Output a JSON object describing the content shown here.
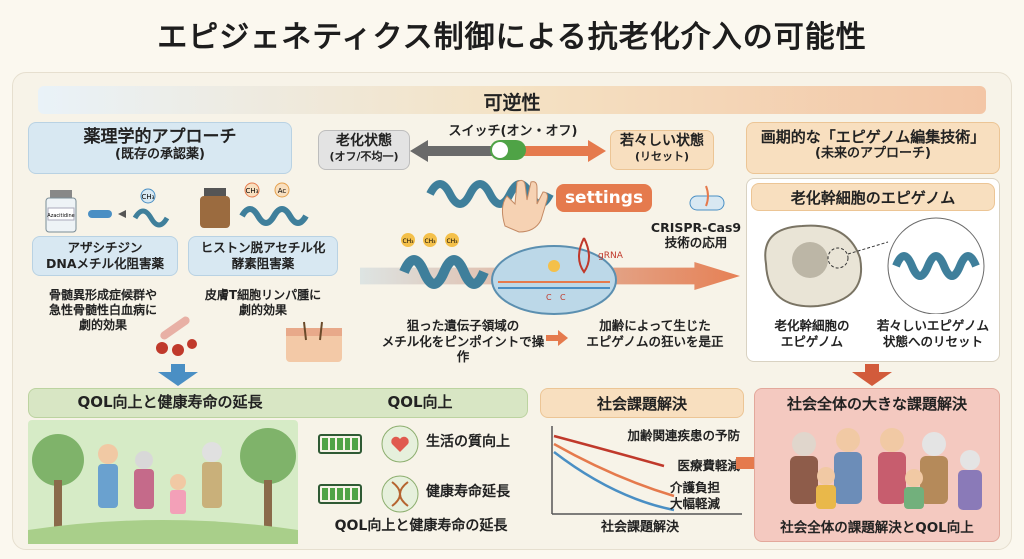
{
  "title": "エピジェネティクス制御による抗老化介入の可能性",
  "reversibility": "可逆性",
  "pharma": {
    "header": "薬理学的アプローチ",
    "subheader": "(既存の承認薬)",
    "drug1": "アザシチジン",
    "drug1_class": "DNAメチル化阻害薬",
    "drug1_label": "Azacitidine",
    "drug1_effect": [
      "骨髄異形成症候群や",
      "急性骨髄性白血病に",
      "劇的効果"
    ],
    "drug2": "ヒストン脱アセチル化",
    "drug2_class": "酵素阻害薬",
    "drug2_effect": [
      "皮膚T細胞リンパ腫に",
      "劇的効果"
    ],
    "mark_ch3": "CH₃",
    "mark_ac": "Ac"
  },
  "switch": {
    "label": "スイッチ(オン・オフ)",
    "aged": "老化状態",
    "aged_sub": "(オフ/不均一)",
    "young": "若々しい状態",
    "young_sub": "(リセット)",
    "settings": "settings"
  },
  "crispr": {
    "label": "CRISPR-Cas9",
    "sub": "技術の応用",
    "grna": "gRNA",
    "c": "C",
    "target_text": [
      "狙った遺伝子領域の",
      "メチル化をピンポイントで操作"
    ],
    "correct_text": [
      "加齢によって生じた",
      "エピゲノムの狂いを是正"
    ]
  },
  "future": {
    "header": "画期的な「エピゲノム編集技術」",
    "subheader": "(未来のアプローチ)",
    "panel_title": "老化幹細胞のエピゲノム",
    "cell_label": [
      "老化幹細胞の",
      "エピゲノム"
    ],
    "reset_label": [
      "若々しいエピゲノム",
      "状態へのリセット"
    ]
  },
  "qol": {
    "header": "QOL向上と健康寿命の延長",
    "qol_header": "QOL向上",
    "item1": "生活の質向上",
    "item2": "健康寿命延長",
    "footer": "QOL向上と健康寿命の延長"
  },
  "social": {
    "header": "社会課題解決",
    "line1": "加齢関連疾患の予防",
    "line2": "医療費軽減",
    "line3": "介護負担",
    "line4": "大幅軽減",
    "footer": "社会課題解決"
  },
  "society": {
    "header": "社会全体の大きな課題解決",
    "footer": "社会全体の課題解決とQOL向上"
  },
  "colors": {
    "blue": "#4a8fc4",
    "orange": "#e57a4d",
    "green": "#4fa346",
    "dna": "#3f7f9b"
  }
}
